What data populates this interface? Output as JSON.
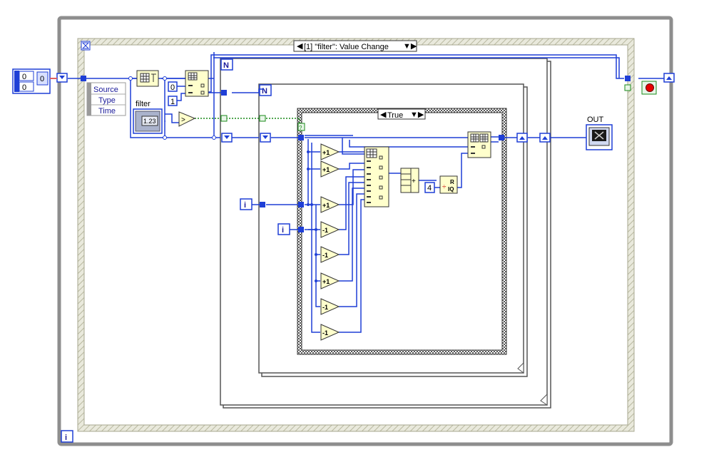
{
  "event_case": {
    "selector_label": "[1] \"filter\": Value Change"
  },
  "case_structure": {
    "selector_label": "True"
  },
  "event_data_node": {
    "items": [
      "Source",
      "Type",
      "Time"
    ]
  },
  "labels": {
    "filter": "filter",
    "out": "OUT"
  },
  "constants": {
    "zero": "0",
    "one": "1",
    "four": "4"
  },
  "array_control": {
    "values": [
      "0",
      "0"
    ],
    "index": "0"
  },
  "terminals": {
    "count": "N",
    "iteration": "i",
    "numeric_display": "1.23"
  },
  "operators": {
    "increment": "+1",
    "decrement": "-1",
    "add": "+",
    "quotient": "÷"
  },
  "colors": {
    "wire_blue": "#1f3fd6",
    "wire_green": "#1a8a1a",
    "structure_grey": "#8a8a8a"
  }
}
